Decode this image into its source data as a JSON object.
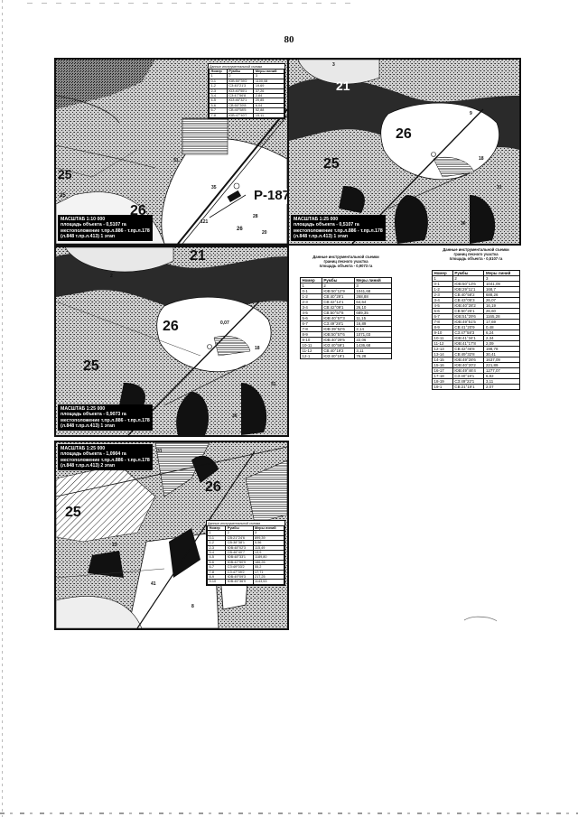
{
  "page": {
    "number": "80"
  },
  "maps": [
    {
      "id": "map-1",
      "labels": {
        "l1": "25",
        "l2": "26",
        "l3": "26",
        "l4": "25",
        "l5": "121",
        "l6": "31",
        "l7": "28",
        "l8": "20",
        "l9": "35"
      },
      "road_label": "Р-187",
      "caption": [
        "МАСШТАБ 1:10 000",
        "площадь объекта - 0,5107 га",
        "местоположение т.пр.л.886 - т.пр.л.178",
        "(л.848 т.пр.л.413) 1 этап"
      ],
      "inset": {
        "title": "Данные инструментальной съемки",
        "headers": [
          "Номер",
          "Румбы",
          "Меры линий"
        ],
        "rows": [
          [
            "1",
            "2",
            "3"
          ],
          [
            "0-1",
            "ЮВ:50°39'2",
            "1100,08"
          ],
          [
            "1-2",
            "СЗ:45°21'3",
            "19,69"
          ],
          [
            "2-3",
            "ЮЗ:40°55'1",
            "37,26"
          ],
          [
            "3-4",
            "СЗ:47°56'8",
            "2,84"
          ],
          [
            "4-5",
            "ЮЗ:46°32'1",
            "20,85"
          ],
          [
            "5-6",
            "СВ:50°39'8",
            "6,04"
          ],
          [
            "6-7",
            "СВ:40°58'5",
            "52,88"
          ],
          [
            "7-8",
            "ЮВ:47°40'7",
            "15,11"
          ]
        ]
      }
    },
    {
      "id": "map-2",
      "labels": {
        "l1": "21",
        "l2": "26",
        "l3": "25",
        "l4": "3",
        "l5": "18",
        "l6": "31",
        "l7": "9",
        "l8": "36"
      },
      "caption": [
        "МАСШТАБ 1:25 000",
        "площадь объекта - 0,5107 га",
        "местоположение т.пр.л.886 - т.пр.л.178",
        "(л.848 т.пр.л.413) 1 этап"
      ]
    },
    {
      "id": "map-3",
      "labels": {
        "l1": "21",
        "l2": "26",
        "l3": "25",
        "l4": "2",
        "l5": "18",
        "l6": "36",
        "l7": "31",
        "l8": "0,07"
      },
      "caption": [
        "МАСШТАБ 1:25 000",
        "площадь объекта - 0,9073 га",
        "местоположение т.пр.л.886 - т.пр.л.178",
        "(л.848 т.пр.л.413) 1 этап"
      ]
    },
    {
      "id": "map-4",
      "labels": {
        "l1": "25",
        "l2": "26",
        "l3": "41",
        "l4": "8",
        "l5": "82",
        "l6": "31",
        "l7": "23"
      },
      "caption": [
        "МАСШТАБ 1:25 000",
        "площадь объекта - 1,0904 га",
        "местоположение т.пр.л.886 - т.пр.л.178",
        "(л.848 т.пр.л.413) 2 этап"
      ],
      "inset": {
        "title": "Данные инструментальной съемки",
        "headers": [
          "Номер",
          "Румбы",
          "Меры линий"
        ],
        "rows": [
          [
            "1",
            "2",
            "3"
          ],
          [
            "0-1",
            "СВ:21°24'6",
            "899,39"
          ],
          [
            "1-2",
            "СВ:38°38'1",
            "5,56"
          ],
          [
            "2-3",
            "ЮВ:48°02'3",
            "115,49"
          ],
          [
            "3-4",
            "СВ:46°40'7",
            "13,9"
          ],
          [
            "4-5",
            "ЮВ:48°33'1",
            "1189,80"
          ],
          [
            "5-6",
            "ЮВ:42°50'9",
            "186,26"
          ],
          [
            "6-7",
            "СЗ:49°03'2",
            "55,2"
          ],
          [
            "7-8",
            "СЗ:47°39'2",
            "17,71"
          ],
          [
            "8-9",
            "ЮВ:49°09'3",
            "217,25"
          ],
          [
            "9-10",
            "ЮВ:45°36'9",
            "1143,53"
          ]
        ]
      }
    }
  ],
  "tables": [
    {
      "id": "table-left",
      "title_lines": [
        "Данные инструментальной съемки",
        "границ лесного участка",
        "площадь объекта - 0,9073 га"
      ],
      "headers": [
        "Номер",
        "Румбы",
        "Меры линий"
      ],
      "rows": [
        [
          "1",
          "2",
          "3"
        ],
        [
          "0-1",
          "ЮВ:50°12'9",
          "1041,68"
        ],
        [
          "1-2",
          "СВ:40°29'1",
          "268,88"
        ],
        [
          "2-3",
          "СВ:42°14'1",
          "64,64"
        ],
        [
          "3-4",
          "СВ:42°09'1",
          "26,10"
        ],
        [
          "4-5",
          "СВ:50°57'8",
          "689,35"
        ],
        [
          "5-6",
          "ЮВ:40°57'3",
          "11,15"
        ],
        [
          "6-7",
          "СЗ:49°28'1",
          "16,89"
        ],
        [
          "7-8",
          "ЮВ:39°52'6",
          "2,14"
        ],
        [
          "8-9",
          "ЮВ:50°57'6",
          "1071,03"
        ],
        [
          "9-10",
          "ЮВ:40°29'5",
          "22,06"
        ],
        [
          "10-11",
          "ЮЗ:40°59'1",
          "1436,68"
        ],
        [
          "11-12",
          "СВ:40°19'2",
          "3,11"
        ],
        [
          "12-1",
          "ЮЗ:40°19'1",
          "76,28"
        ]
      ]
    },
    {
      "id": "table-right",
      "title_lines": [
        "Данные инструментальной съемки",
        "границ лесного участка",
        "площадь объекта - 0,5107 га"
      ],
      "headers": [
        "Номер",
        "Румбы",
        "Меры линий"
      ],
      "rows": [
        [
          "1",
          "2",
          "3"
        ],
        [
          "0-1",
          "ЮВ:50°13'6",
          "1041,09"
        ],
        [
          "1-2",
          "ЮВ:29°11'1",
          "168,7"
        ],
        [
          "2-3",
          "СВ:40°58'2",
          "688,26"
        ],
        [
          "3-4",
          "СВ:43°05'3",
          "26,07"
        ],
        [
          "4-5",
          "ЮВ:40°28'2",
          "16,19"
        ],
        [
          "5-6",
          "СВ:50°25'1",
          "26,60"
        ],
        [
          "6-7",
          "ЮВ:51°29'6",
          "1165,28"
        ],
        [
          "7-8",
          "ЮВ:49°51'5",
          "17,69"
        ],
        [
          "8-9",
          "СВ:41°20'9",
          "0,48"
        ],
        [
          "9-10",
          "СЗ:47°58'3",
          "6,24"
        ],
        [
          "10-11",
          "ЮВ:41°34'1",
          "2,34"
        ],
        [
          "11-12",
          "ЮВ:41°17'8",
          "2,09"
        ],
        [
          "12-13",
          "СВ:42°46'8",
          "198,78"
        ],
        [
          "13-14",
          "СВ:49°32'8",
          "30,41"
        ],
        [
          "14-15",
          "ЮВ:49°28'6",
          "1637,09"
        ],
        [
          "15-16",
          "ЮВ:40°20'2",
          "221,89"
        ],
        [
          "16-17",
          "ЮВ:49°46'4",
          "1277,07"
        ],
        [
          "17-18",
          "СЗ:40°18'1",
          "6,82"
        ],
        [
          "18-19",
          "СЗ:49°22'1",
          "3,11"
        ],
        [
          "19-1",
          "СВ:21°19'1",
          "2,07"
        ]
      ]
    }
  ]
}
